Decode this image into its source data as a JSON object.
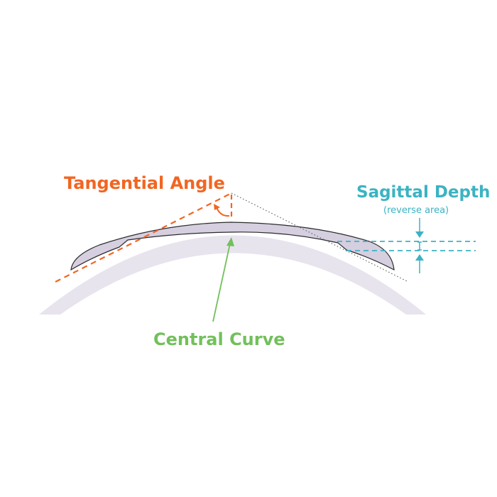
{
  "diagram": {
    "title_labels": {
      "tangential_angle": "Tangential Angle",
      "sagittal_depth": "Sagittal Depth",
      "sagittal_depth_note": "(reverse area)",
      "central_curve": "Central Curve"
    },
    "colors": {
      "tangential": "#f26522",
      "sagittal": "#3bb3c3",
      "central": "#72c05b",
      "lens_fill": "#d5cfe0",
      "lens_stroke": "#2b2b2b",
      "cornea": "#e8e4ee",
      "dotted": "#666666"
    }
  }
}
